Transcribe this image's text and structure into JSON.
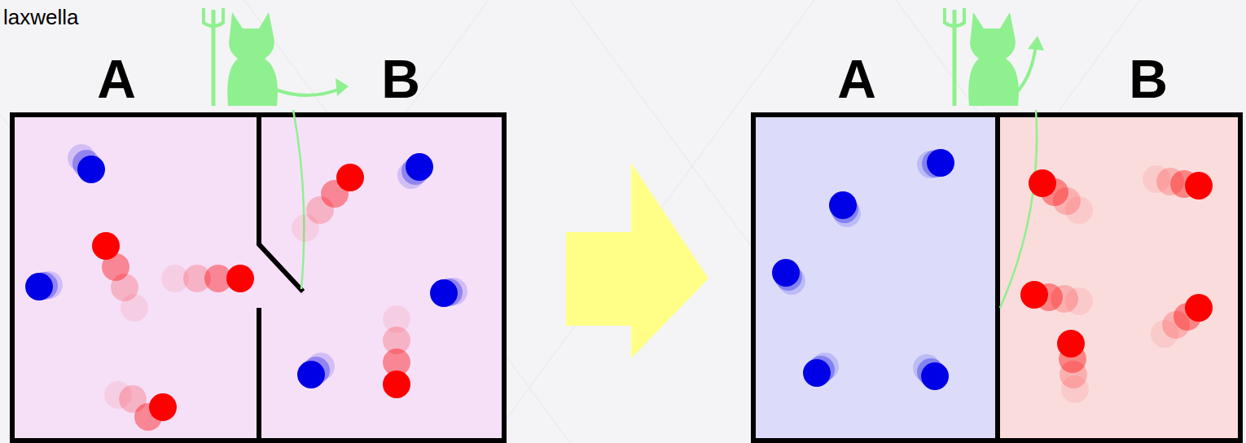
{
  "diagram": {
    "labels": [
      "laxwella",
      "A",
      "B",
      "A",
      "B"
    ]
  }
}
